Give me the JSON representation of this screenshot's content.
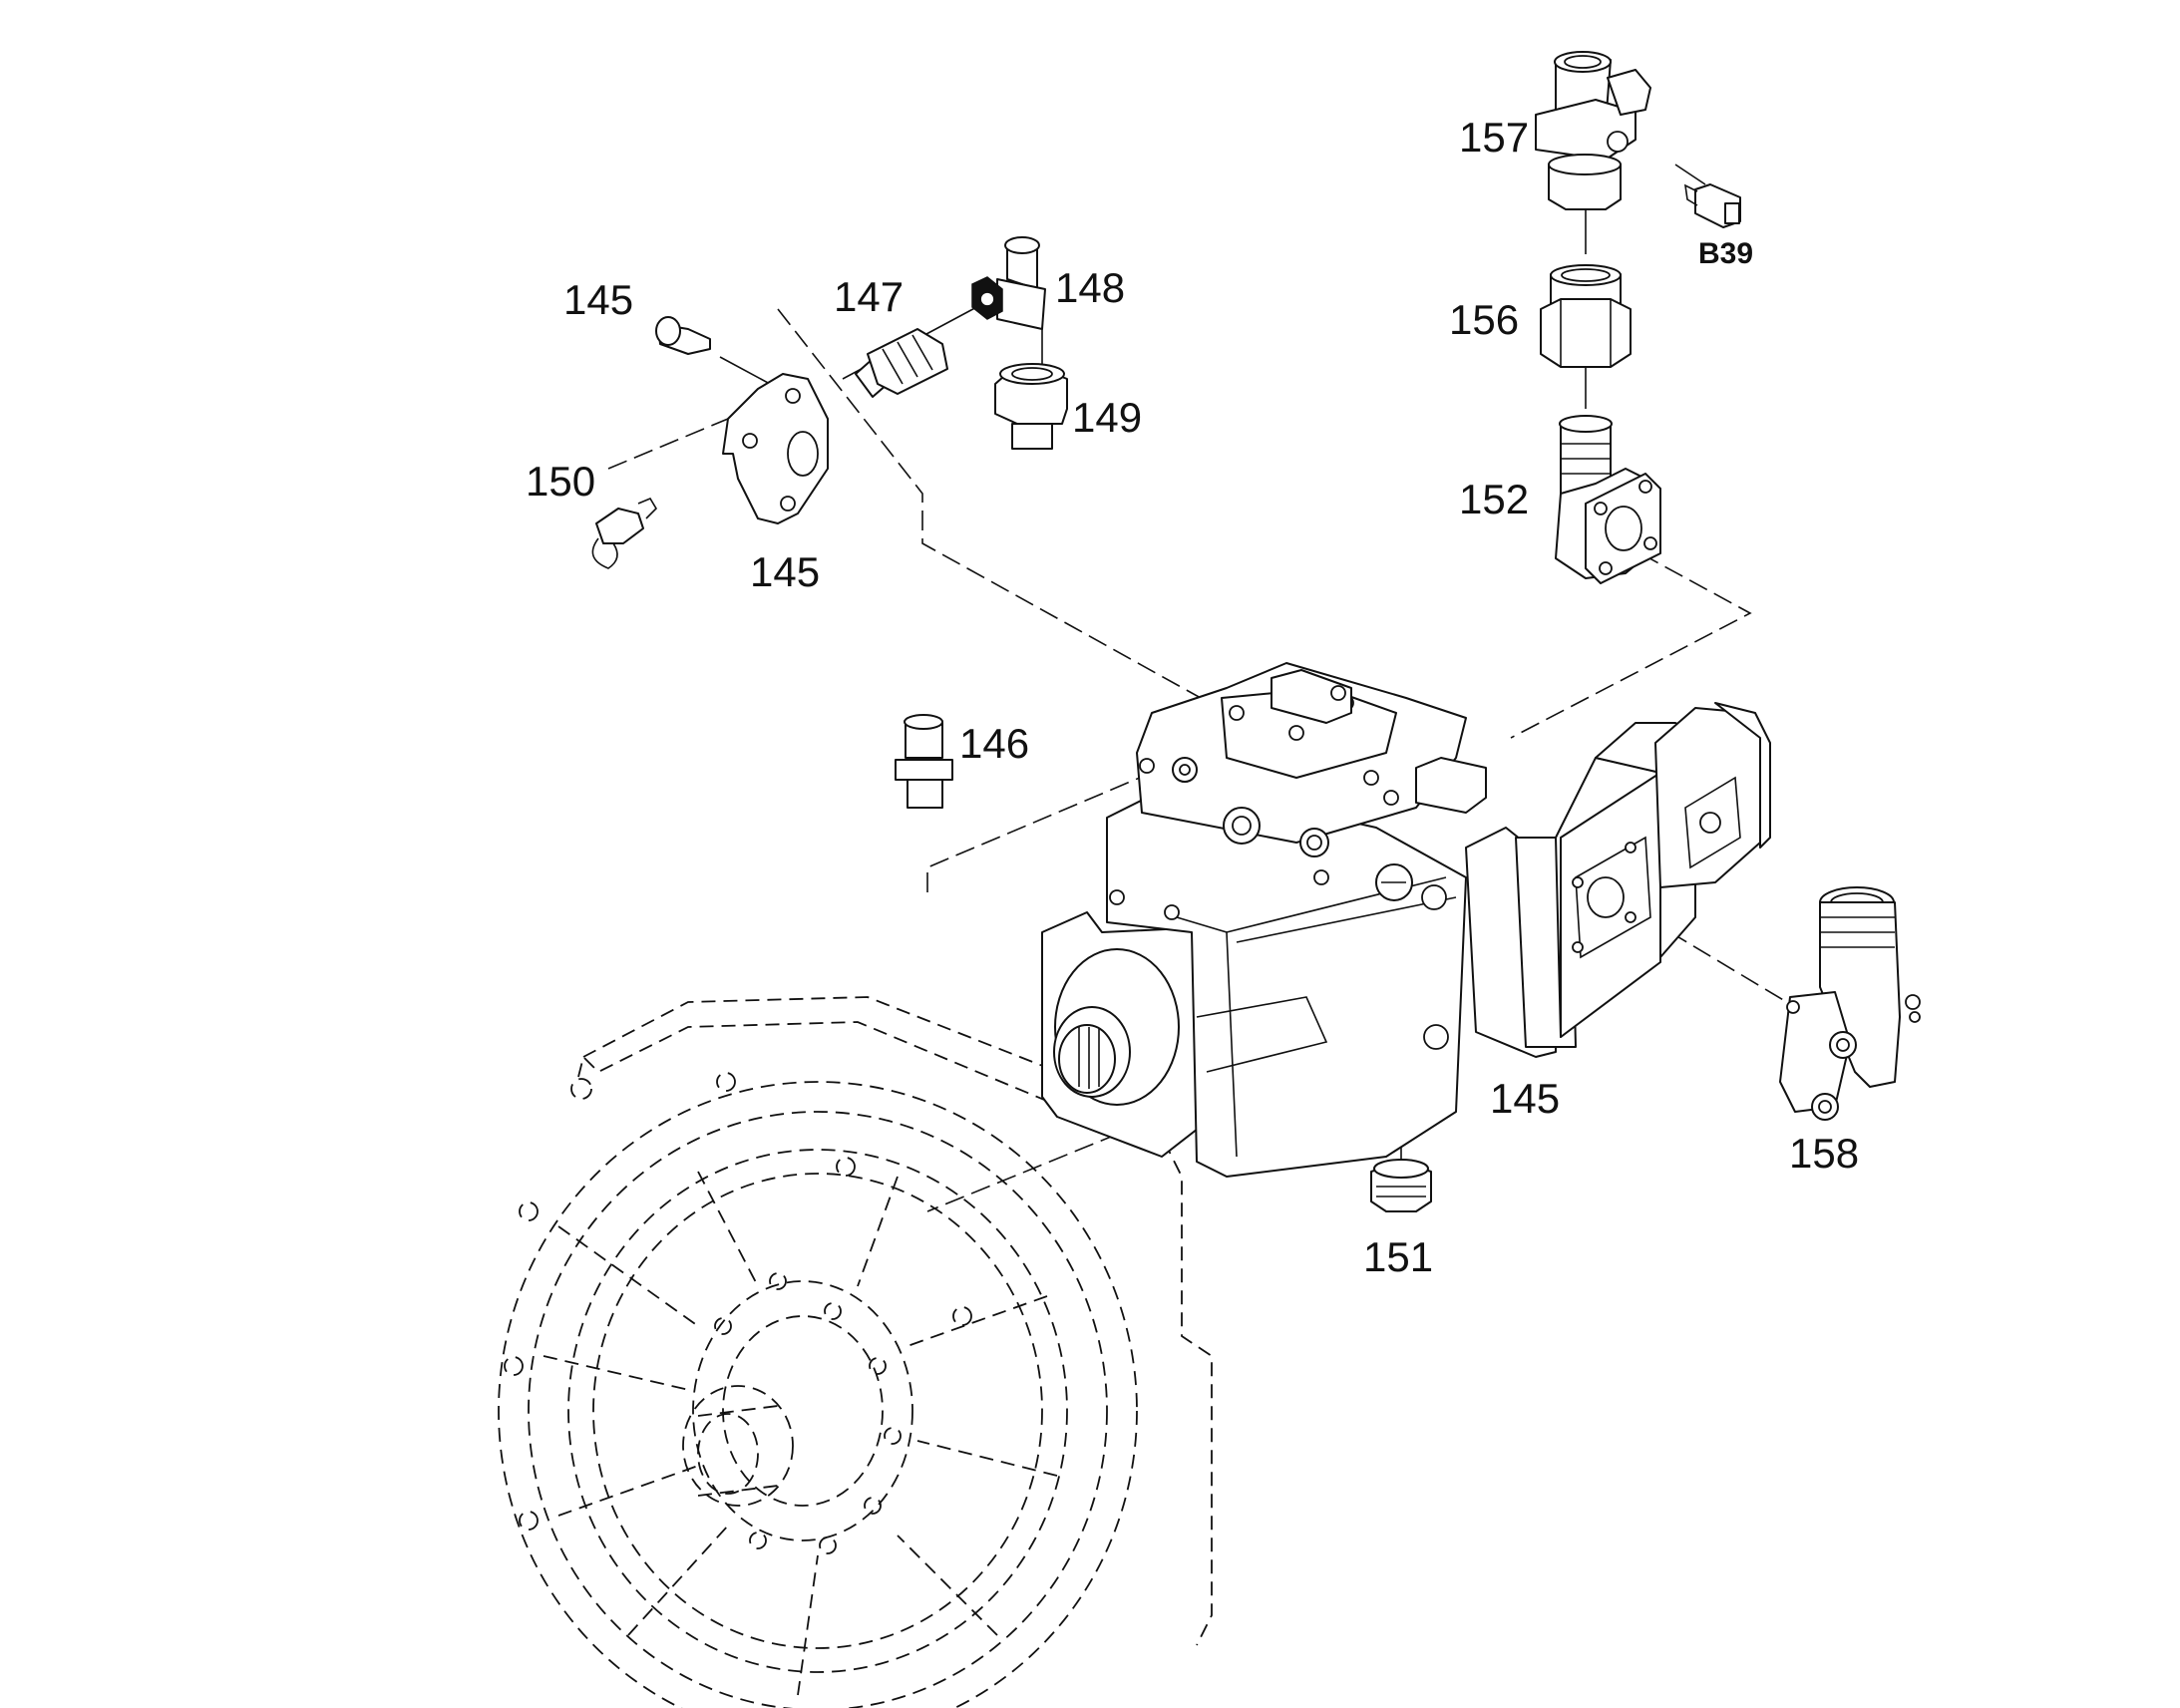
{
  "diagram": {
    "callouts": {
      "p157": "157",
      "pB39": "B39",
      "p145_top": "145",
      "p147": "147",
      "p148": "148",
      "p156": "156",
      "p149": "149",
      "p150": "150",
      "p152": "152",
      "p145_mid": "145",
      "p146": "146",
      "p145_pump": "145",
      "p158": "158",
      "p151": "151"
    }
  }
}
